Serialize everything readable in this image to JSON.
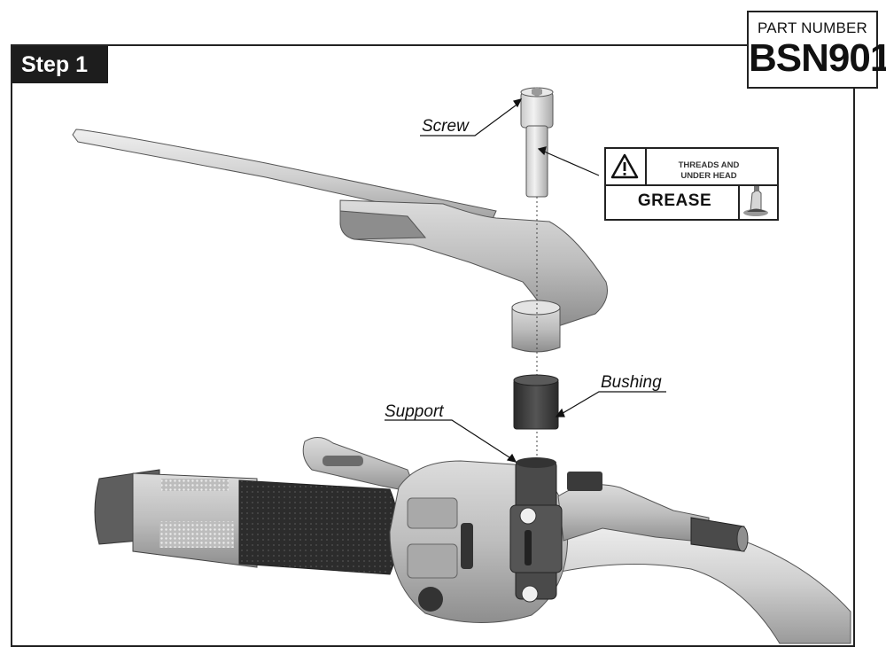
{
  "step": {
    "label": "Step 1"
  },
  "part": {
    "label": "PART NUMBER",
    "value": "BSN901"
  },
  "callouts": {
    "screw": "Screw",
    "bushing": "Bushing",
    "support": "Support"
  },
  "instruction": {
    "line1": "THREADS AND",
    "line2": "UNDER HEAD",
    "action": "GREASE"
  },
  "icons": {
    "warning": "warning-triangle-icon",
    "grease": "grease-tube-icon"
  },
  "colors": {
    "frame": "#222222",
    "tab": "#1d1d1d",
    "metal": "#b8b8b8",
    "dark": "#3a3a3a"
  }
}
